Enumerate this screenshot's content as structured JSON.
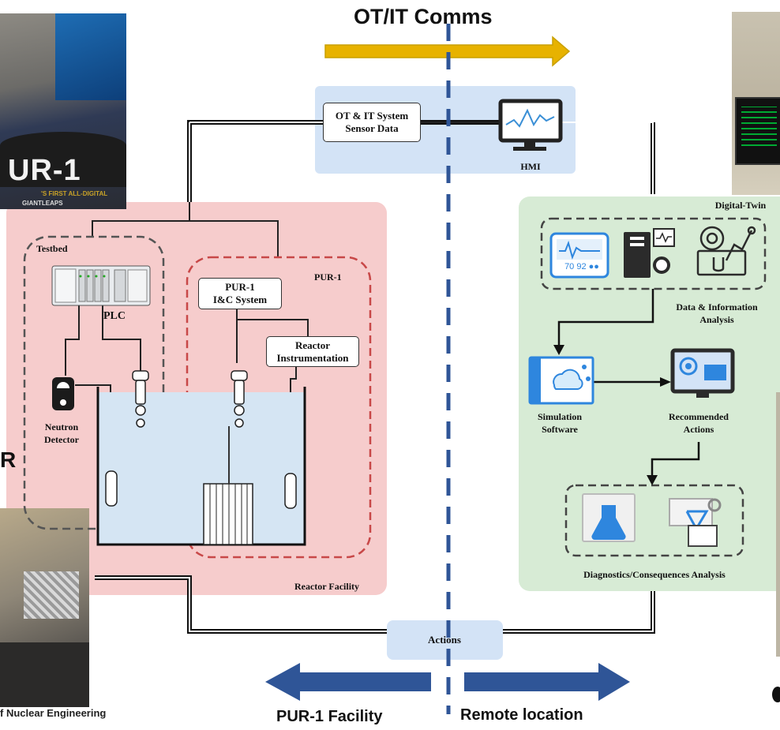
{
  "comms_title": "OT/IT Comms",
  "top": {
    "sensor_box": "OT & IT System\nSensor Data",
    "hmi_label": "HMI"
  },
  "facility": {
    "testbed_label": "Testbed",
    "plc_label": "PLC",
    "pur1_group_label": "PUR-1",
    "ic_system_box": "PUR-1\nI&C System",
    "reactor_instr_box": "Reactor\nInstrumentation",
    "neutron_label": "Neutron\nDetector",
    "facility_label": "Reactor Facility"
  },
  "twin": {
    "title": "Digital-Twin",
    "data_analysis": "Data & Information\nAnalysis",
    "simulation": "Simulation\nSoftware",
    "recommended": "Recommended\nActions",
    "diagnostics": "Diagnostics/Consequences Analysis",
    "monitor_readout": "70 92 ●●"
  },
  "actions_label": "Actions",
  "bottom": {
    "left_label": "PUR-1 Facility",
    "right_label": "Remote location"
  },
  "photos": {
    "top_left_text": "UR-1",
    "top_left_banner": "'S FIRST ALL-DIGITAL",
    "top_left_small": "GIANTLEAPS",
    "bottom_left_caption": "f Nuclear Engineering",
    "left_cut_letter": "R"
  },
  "colors": {
    "facility_bg": "#f6cccc",
    "twin_bg": "#d7ebd5",
    "comms_bg": "#d3e3f6",
    "arrow_gold": "#e7b200",
    "arrow_blue": "#2f5597",
    "divider": "#2f5597"
  }
}
